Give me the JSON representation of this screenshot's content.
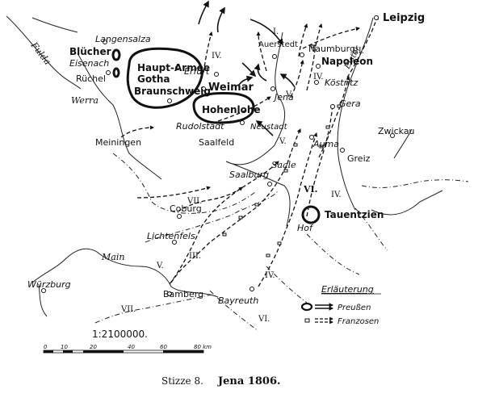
{
  "places": {
    "langensalza": "Langensalza",
    "eisenach": "Eisenach",
    "ruchel": "Rüchel",
    "blucher": "Blücher",
    "erfurt": "Erfurt",
    "weimar": "Weimar",
    "auerstedt": "Auerstedt",
    "naumburg": "Naumburg",
    "napoleon": "Napoleon",
    "leipzig": "Leipzig",
    "kostritz": "Köstritz",
    "jena": "Jena",
    "gera": "Gera",
    "zwickau": "Zwickau",
    "rudolstadt": "Rudolstadt",
    "neustadt": "Neustadt",
    "saalfeld": "Saalfeld",
    "auma": "Auma",
    "greiz": "Greiz",
    "saalburg": "Saalburg",
    "meiningen": "Meiningen",
    "coburg": "Coburg",
    "lichtenfels": "Lichtenfels",
    "hof": "Hof",
    "wurzburg": "Würzburg",
    "bamberg": "Bamberg",
    "bayreuth": "Bayreuth"
  },
  "armies": {
    "haupt_armee": "Haupt-Armee",
    "gotha": "Gotha",
    "braunschweig": "Braunschweig",
    "hohenlohe": "Hohenlohe",
    "tauentzien": "Tauentzien"
  },
  "rivers": {
    "fulda": "Fulda",
    "werra": "Werra",
    "saale": "Saale",
    "main": "Main",
    "elster": "Elster"
  },
  "corps": [
    "I.",
    "III.",
    "IV.",
    "IV.",
    "V.",
    "V.",
    "VI.",
    "VI.",
    "IV.",
    "VII.",
    "VII.",
    "IV.",
    "III."
  ],
  "legend": {
    "title": "Erläuterung",
    "prussians": "Preußen",
    "french": "Franzosen"
  },
  "scale": {
    "ratio": "1:2100000.",
    "ticks": [
      "0",
      "10",
      "20",
      "40",
      "60",
      "80 km"
    ]
  },
  "caption": {
    "prefix": "Stizze 8.",
    "title": "Jena 1806."
  }
}
